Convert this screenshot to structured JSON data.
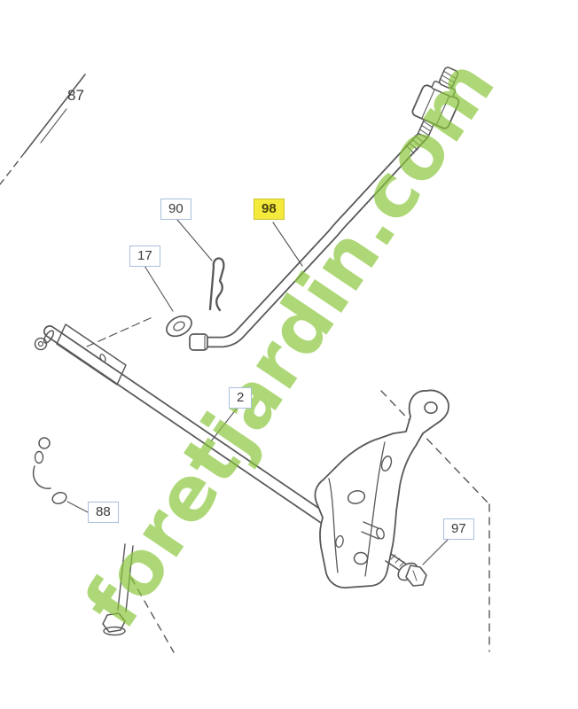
{
  "watermark": {
    "text": "foretjardin.com",
    "color": "#88c538"
  },
  "diagram": {
    "type": "exploded-parts-diagram",
    "highlighted_ref": "98",
    "callouts": [
      {
        "ref": "87",
        "style": "plain"
      },
      {
        "ref": "90",
        "style": "boxed"
      },
      {
        "ref": "98",
        "style": "highlighted"
      },
      {
        "ref": "17",
        "style": "boxed"
      },
      {
        "ref": "2",
        "style": "boxed"
      },
      {
        "ref": "88",
        "style": "boxed"
      },
      {
        "ref": "97",
        "style": "boxed"
      }
    ],
    "colors": {
      "line": "#585858",
      "label_border": "#a9c0dc",
      "label_text": "#3a3a3a",
      "highlight_bg": "#f3ea3b"
    }
  }
}
